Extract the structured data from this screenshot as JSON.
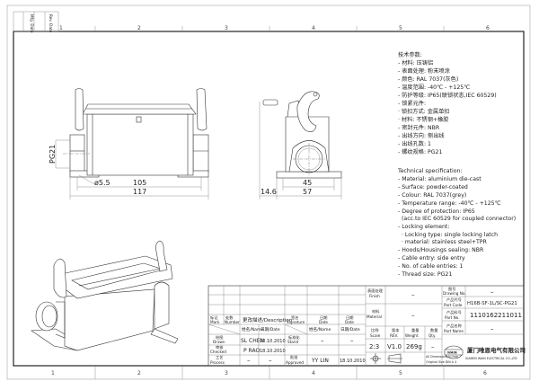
{
  "border": {
    "column_numbers": [
      "1",
      "2",
      "3",
      "4",
      "5",
      "6"
    ],
    "corner_box_labels": [
      "Mfg. Date",
      "Rev. Date"
    ]
  },
  "front_view": {
    "dimensions": {
      "thread": "PG21",
      "hole": "ø5.5",
      "inner": "105",
      "overall": "117"
    }
  },
  "side_view": {
    "dimensions": {
      "inner": "45",
      "overall": "57",
      "offset": "14.6"
    }
  },
  "spec_cn": [
    "技术参数:",
    "- 材料: 压铸铝",
    "- 表面处理: 粉末喷涂",
    "- 颜色: RAL 7037(灰色)",
    "- 温度范围: -40℃ - +125℃",
    "- 防护等级: IP65(联锁状态,IEC 60529)",
    "- 锁紧元件:",
    "   · 锁扣方式: 金属单扣",
    "   · 材料: 不锈钢+橡胶",
    "- 密封元件: NBR",
    "- 出线方向: 侧出线",
    "- 出线孔数: 1",
    "- 螺纹规格: PG21"
  ],
  "spec_en": [
    "Technical specification:",
    "- Material: aluminium die-cast",
    "- Surface: powder-coated",
    "- Colour: RAL 7037(grey)",
    "- Temperature range: -40℃ - +125℃",
    "- Degree of protection: IP65",
    "  (acc.to IEC 60529 for coupled connector)",
    "- Locking element:",
    "   · Locking type: single locking latch",
    "   · material: stainless steel+TPR",
    "- Hoods/Housings sealing: NBR",
    "- Cable entry: side entry",
    "- No. of cable entries: 1",
    "- Thread size: PG21"
  ],
  "title_block": {
    "mark_cn": "标记",
    "mark": "Mark",
    "number_cn": "处数",
    "number": "Number",
    "description": "更改描述/Description",
    "signature_cn": "签名",
    "signature": "Signature",
    "date_cn": "日期",
    "date": "Date",
    "name_header": "姓名/Name",
    "date_header": "日期/Date",
    "name_header2": "姓名/Name",
    "date_header2": "日期/Date",
    "drawn_cn": "绘图",
    "drawn": "Drawn",
    "drawn_name": "SL CHEN",
    "drawn_date": "18.10.2010",
    "checked_cn": "审核",
    "checked": "Checked",
    "checked_name": "P RAO",
    "checked_date": "18.10.2010",
    "process_cn": "工艺",
    "process": "Process",
    "process_name": "–",
    "process_date": "–",
    "stand_cn": "标准化",
    "stand": "Stand",
    "stand_name": "–",
    "stand_date": "–",
    "approved_cn": "批准",
    "approved": "Approved",
    "approved_name": "YY LIN",
    "approved_date": "18.10.2010",
    "finish_cn": "表面处理",
    "finish": "Finish",
    "finish_value": "–",
    "material_cn": "材料",
    "material": "Material",
    "material_value": "–",
    "scale_cn": "比例",
    "scale": "Scale",
    "scale_value": "2:3",
    "rev_cn": "版本",
    "rev": "REV.",
    "rev_value": "V1.0",
    "weight_cn": "重量",
    "weight": "Weight",
    "weight_value": "269g",
    "qty_cn": "数量",
    "qty": "Qty.",
    "qty_value": "–",
    "note1": "All Dimensions in mm",
    "note2": "Original Size DIN A 4",
    "drawing_no_cn": "图号",
    "drawing_no": "Drawing No.",
    "drawing_no_value": "–",
    "part_code_cn": "产品代号",
    "part_code": "Part Code",
    "part_code_value": "H16B-SF-1L/SC-PG21",
    "part_no_cn": "产品料号",
    "part_no": "Part No.",
    "part_no_value": "1110162211011",
    "part_name_cn": "产品名称",
    "part_name": "Part Name",
    "part_name_value": "–",
    "company_cn": "厦门唯恩电气有限公司",
    "company_en": "XIAMEN WAIN ELECTRICAL CO.,LTD",
    "logo_text": "WAIN"
  }
}
